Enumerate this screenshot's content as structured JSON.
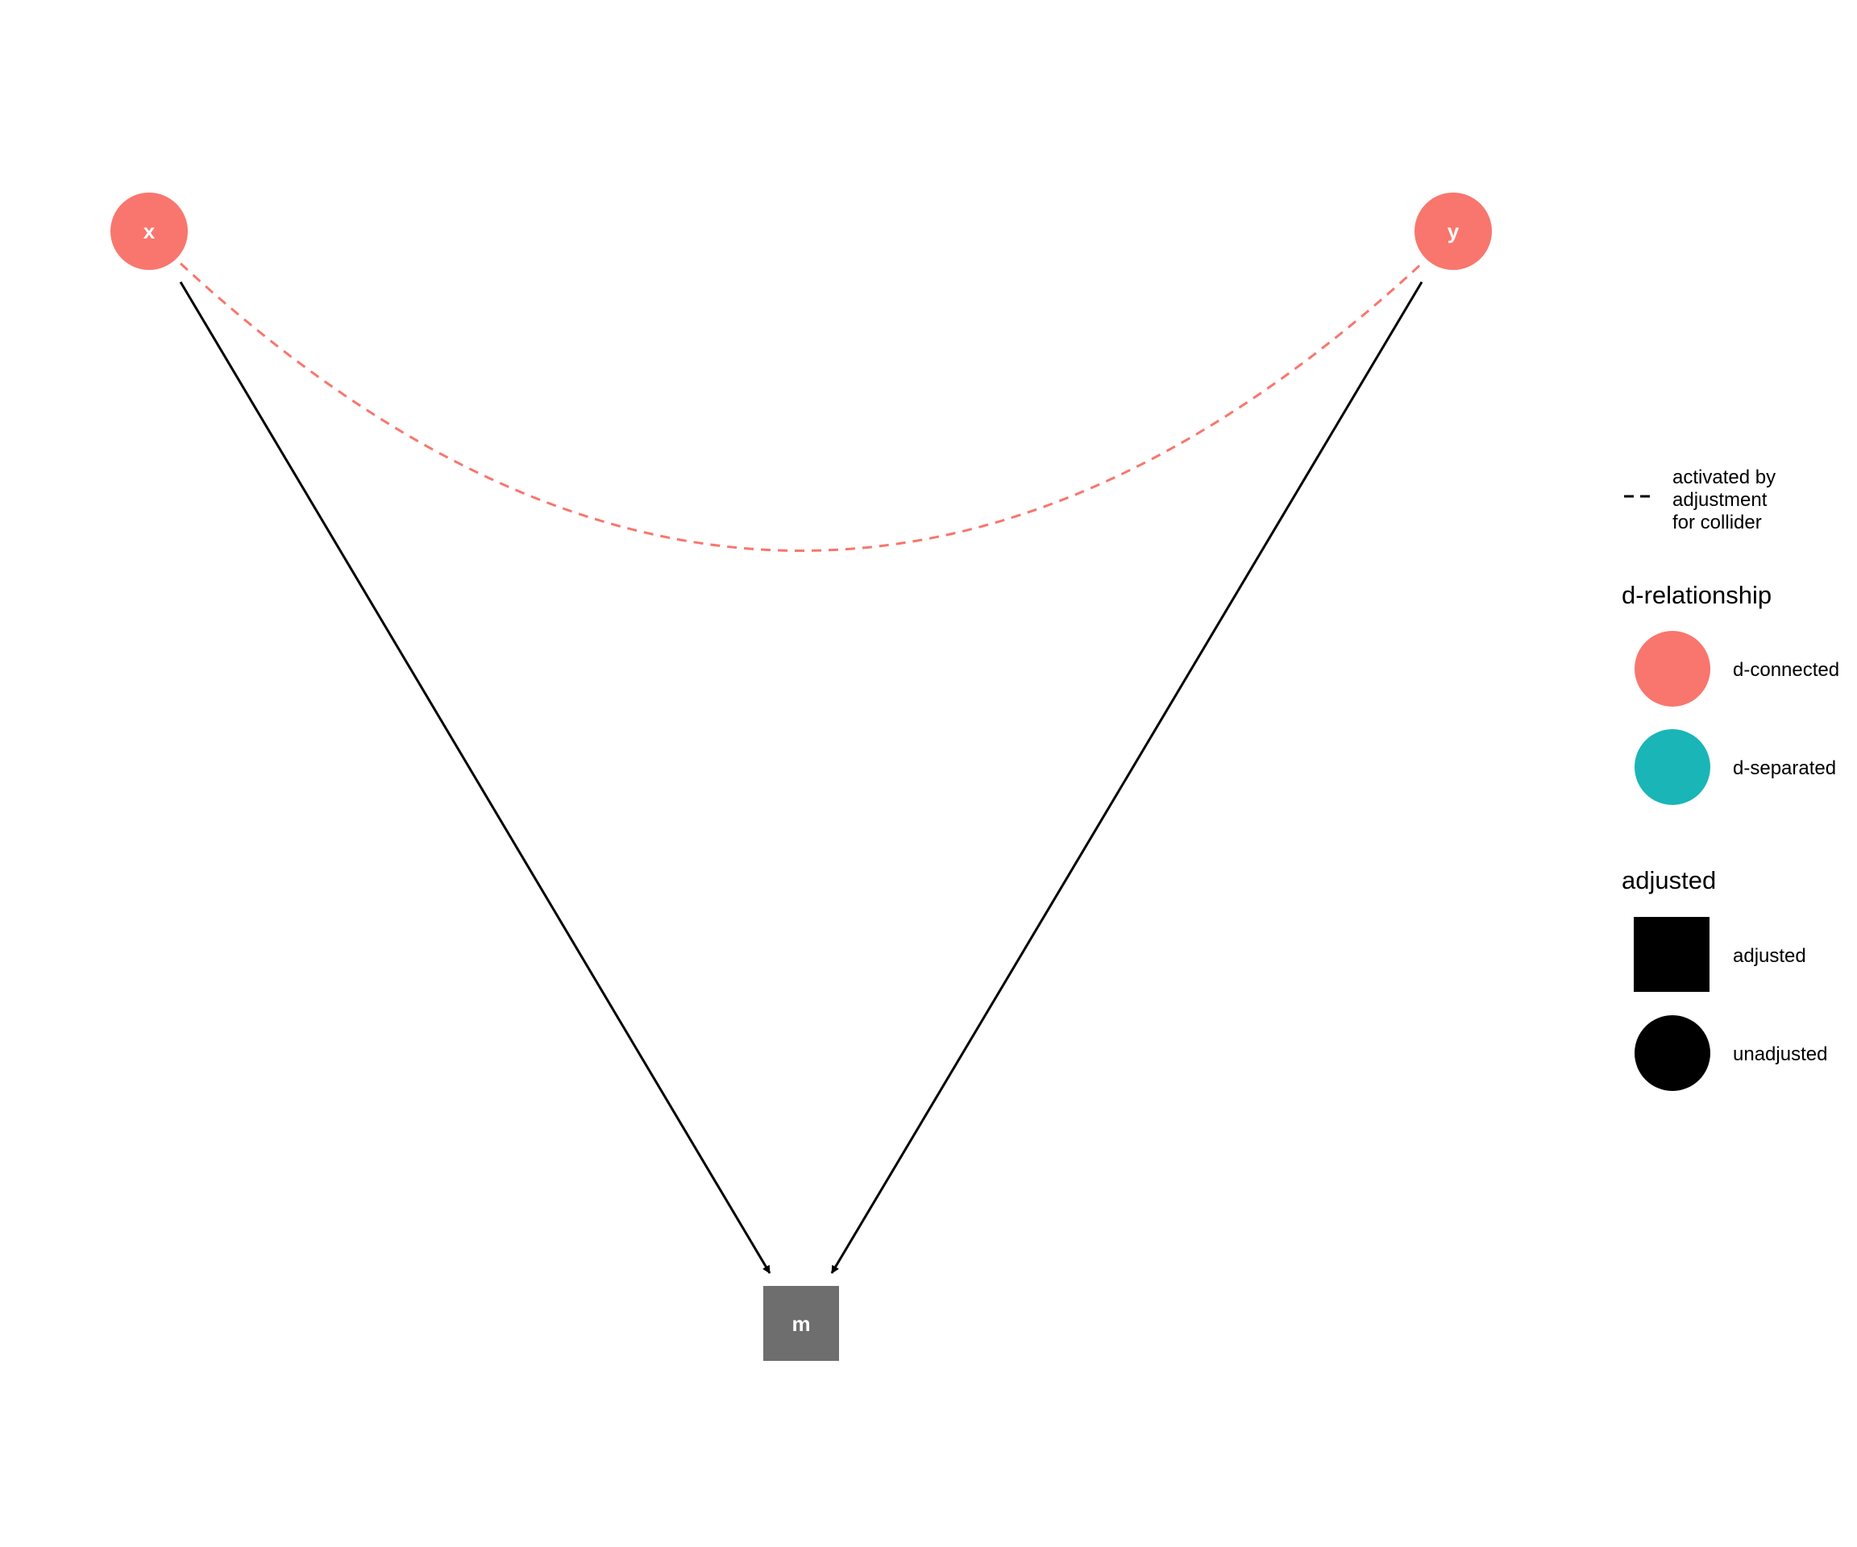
{
  "colors": {
    "d_connected": "#F8766D",
    "d_separated": "#00BFC4",
    "adjusted_node": "#6E6E6E",
    "edge": "#000000",
    "node_label": "#FFFFFF"
  },
  "nodes": [
    {
      "id": "x",
      "label": "x",
      "status": "d-connected",
      "adjusted": "unadjusted"
    },
    {
      "id": "y",
      "label": "y",
      "status": "d-connected",
      "adjusted": "unadjusted"
    },
    {
      "id": "m",
      "label": "m",
      "status": "adjusted",
      "adjusted": "adjusted"
    }
  ],
  "edges": [
    {
      "from": "x",
      "to": "m",
      "style": "solid",
      "directed": true
    },
    {
      "from": "y",
      "to": "m",
      "style": "solid",
      "directed": true
    },
    {
      "from": "x",
      "to": "y",
      "style": "dashed",
      "directed": false,
      "note": "activated by adjustment for collider"
    }
  ],
  "legend": {
    "linetype": {
      "label_lines": [
        "activated by",
        "adjustment",
        "for collider"
      ]
    },
    "d_relationship": {
      "title": "d-relationship",
      "items": [
        {
          "label": "d-connected",
          "color": "#F8766D"
        },
        {
          "label": "d-separated",
          "color": "#00BFC4"
        }
      ]
    },
    "adjusted": {
      "title": "adjusted",
      "items": [
        {
          "label": "adjusted",
          "shape": "square"
        },
        {
          "label": "unadjusted",
          "shape": "circle"
        }
      ]
    }
  }
}
